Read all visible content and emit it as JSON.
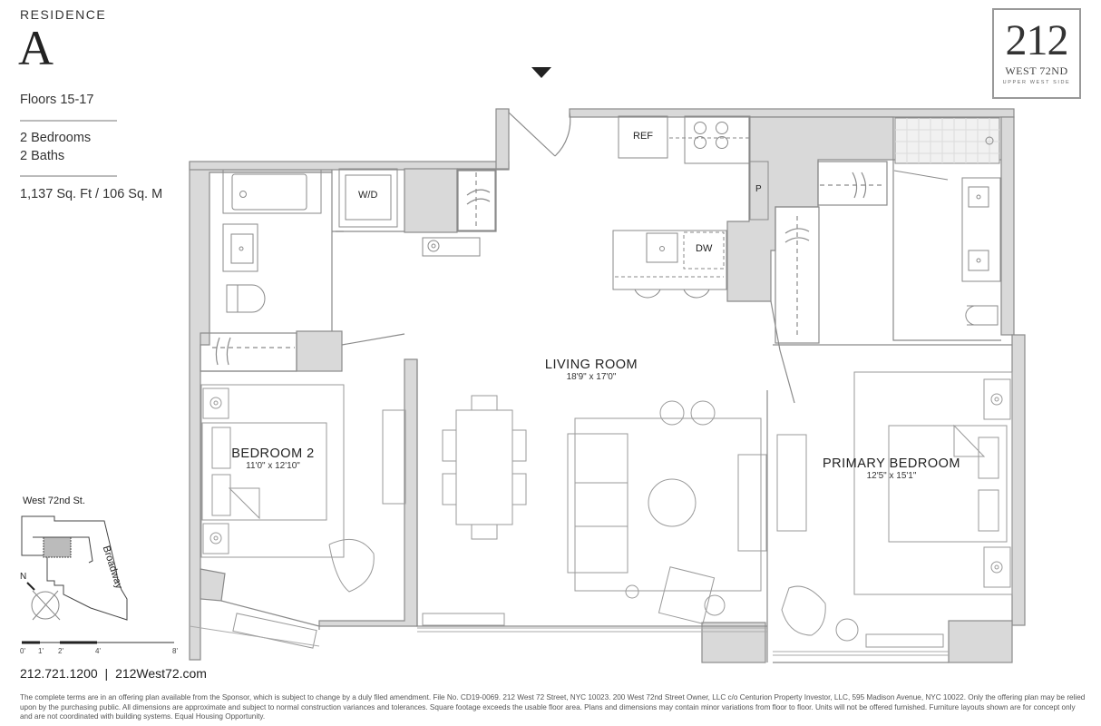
{
  "residence": {
    "label": "RESIDENCE",
    "letter": "A",
    "floors": "Floors 15-17",
    "bedrooms": "2 Bedrooms",
    "baths": "2 Baths",
    "area": "1,137 Sq. Ft / 106 Sq. M"
  },
  "logo": {
    "number": "212",
    "street": "WEST 72ND",
    "neighborhood": "UPPER WEST SIDE"
  },
  "rooms": {
    "living": {
      "name": "LIVING ROOM",
      "dimensions": "18'9\" x 17'0\""
    },
    "bedroom2": {
      "name": "BEDROOM 2",
      "dimensions": "11'0\" x 12'10\""
    },
    "primary": {
      "name": "PRIMARY BEDROOM",
      "dimensions": "12'5\" x 15'1\""
    }
  },
  "fixtures": {
    "washer_dryer": "W/D",
    "refrigerator": "REF",
    "dishwasher": "DW",
    "pantry": "P"
  },
  "key_plan": {
    "street_label": "West 72nd St.",
    "avenue_label": "Broadway",
    "north_label": "N"
  },
  "scale_bar": {
    "ticks": [
      "0'",
      "1'",
      "2'",
      "4'",
      "8'"
    ]
  },
  "contact": {
    "phone": "212.721.1200",
    "separator": "|",
    "website": "212West72.com"
  },
  "disclaimer": "The complete terms are in an offering plan available from the Sponsor, which is subject to change by a duly filed amendment. File No. CD19-0069. 212 West 72 Street, NYC 10023. 200 West 72nd Street Owner, LLC c/o Centurion Property Investor, LLC, 595 Madison Avenue, NYC 10022. Only the offering plan may be relied upon by the purchasing public. All dimensions are approximate and subject to normal construction variances and tolerances. Square footage exceeds the usable floor area. Plans and dimensions may contain minor variations from floor to floor. Units will not be offered furnished. Furniture layouts shown are for concept only and are not coordinated with building systems. Equal Housing Opportunity.",
  "colors": {
    "wall_fill": "#d9d9d9",
    "line": "#8a8a8a",
    "text": "#222222"
  }
}
